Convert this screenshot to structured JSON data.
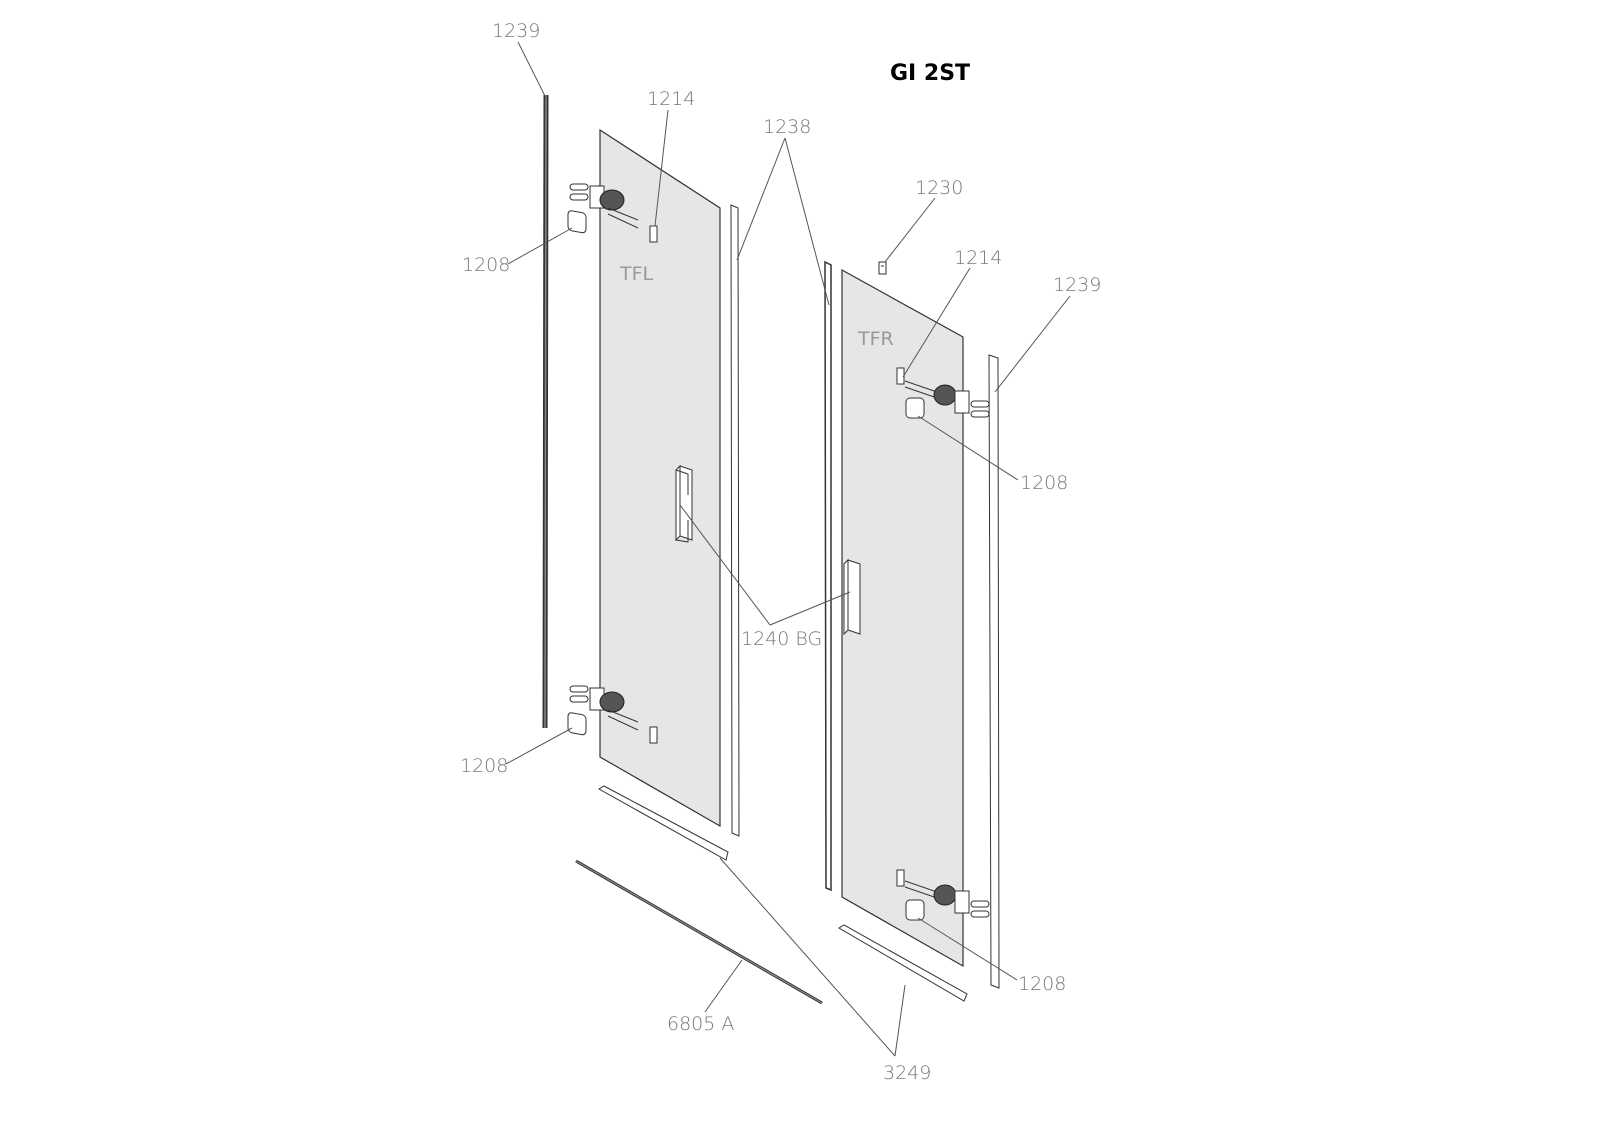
{
  "title": "GI 2ST",
  "glass_labels": {
    "left": "TFL",
    "right": "TFR"
  },
  "parts": {
    "seal_left": "1239",
    "seal_right": "1239",
    "glass_clip_left": "1214",
    "glass_clip_right": "1214",
    "profile": "1238",
    "clip": "1230",
    "cover_top_left": "1208",
    "cover_bottom_left": "1208",
    "cover_top_right": "1208",
    "cover_bottom_right": "1208",
    "handle": "1240 BG",
    "bottom_seal": "6805 A",
    "threshold": "3249"
  },
  "colors": {
    "glass": "#e6e6e6",
    "line": "#333333"
  }
}
